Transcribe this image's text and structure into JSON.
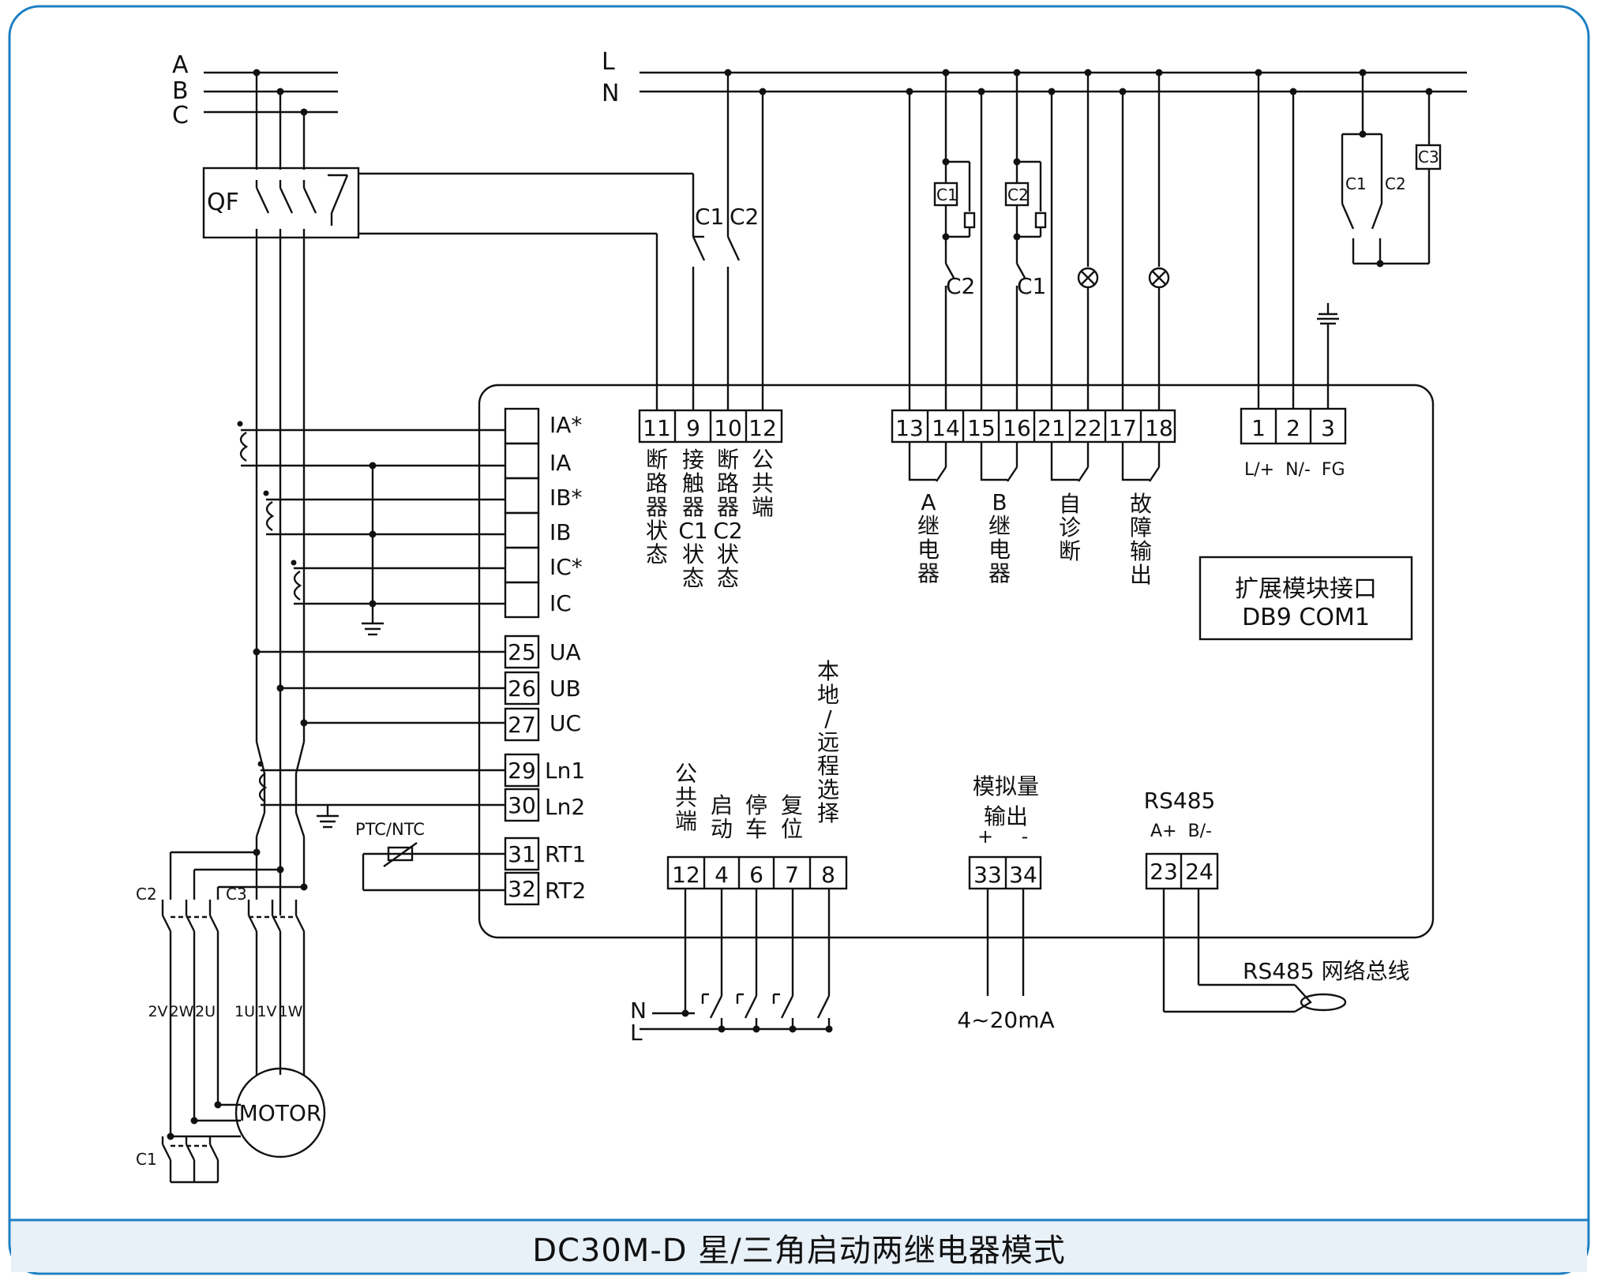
{
  "caption": "DC30M-D 星/三角启动两继电器模式",
  "phases": [
    "A",
    "B",
    "C"
  ],
  "line_labels": {
    "L": "L",
    "N": "N"
  },
  "qf": "QF",
  "contacts": {
    "c1c2_top_left": "C1",
    "c1c2_top_right": "C2",
    "k_a_c2": "C2",
    "k_b_c1": "C1",
    "coil_c1": "C1",
    "coil_c2": "C2",
    "coil_c3": "C3",
    "ext_c1": "C1",
    "ext_c2": "C2",
    "c2": "C2",
    "c3": "C3",
    "c1": "C1"
  },
  "terminals": {
    "t11": "11",
    "t9": "9",
    "t10": "10",
    "t12a": "12",
    "t13": "13",
    "t14": "14",
    "t15": "15",
    "t16": "16",
    "t21": "21",
    "t22": "22",
    "t17": "17",
    "t18": "18",
    "t1": "1",
    "t2": "2",
    "t3": "3",
    "t25": "25",
    "t26": "26",
    "t27": "27",
    "t29": "29",
    "t30": "30",
    "t31": "31",
    "t32": "32",
    "t12b": "12",
    "t4": "4",
    "t6": "6",
    "t7": "7",
    "t8": "8",
    "t33": "33",
    "t34": "34",
    "t23": "23",
    "t24": "24"
  },
  "current_inputs": [
    "IA*",
    "IA",
    "IB*",
    "IB",
    "IC*",
    "IC"
  ],
  "voltage_labels": [
    "UA",
    "UB",
    "UC"
  ],
  "leakage_labels": [
    "Ln1",
    "Ln2"
  ],
  "temp_labels": [
    "RT1",
    "RT2"
  ],
  "ptc_label": "PTC/NTC",
  "top_input_labels": [
    "断路器状态",
    "接触器C1状态",
    "断路器C2状态",
    "公共端"
  ],
  "relay_labels": [
    "A继电器",
    "B继电器",
    "自诊断",
    "故障输出"
  ],
  "power_labels": "L/+  N/-  FG",
  "ext_module": [
    "扩展模块接口",
    "DB9 COM1"
  ],
  "bottom_input_labels": [
    "公共端",
    "启动",
    "停车",
    "复位",
    "本地/远程选择"
  ],
  "analog": {
    "title1": "模拟量",
    "title2": "输出",
    "plus": "+",
    "minus": "-",
    "range": "4~20mA"
  },
  "rs485": {
    "title": "RS485",
    "pins": "A+  B/-",
    "bus": "RS485 网络总线"
  },
  "motor": "MOTOR",
  "motor_terms": [
    "2V",
    "2W",
    "2U",
    "1U",
    "1V",
    "1W"
  ],
  "bottom_line_labels": {
    "N": "N",
    "L": "L"
  }
}
